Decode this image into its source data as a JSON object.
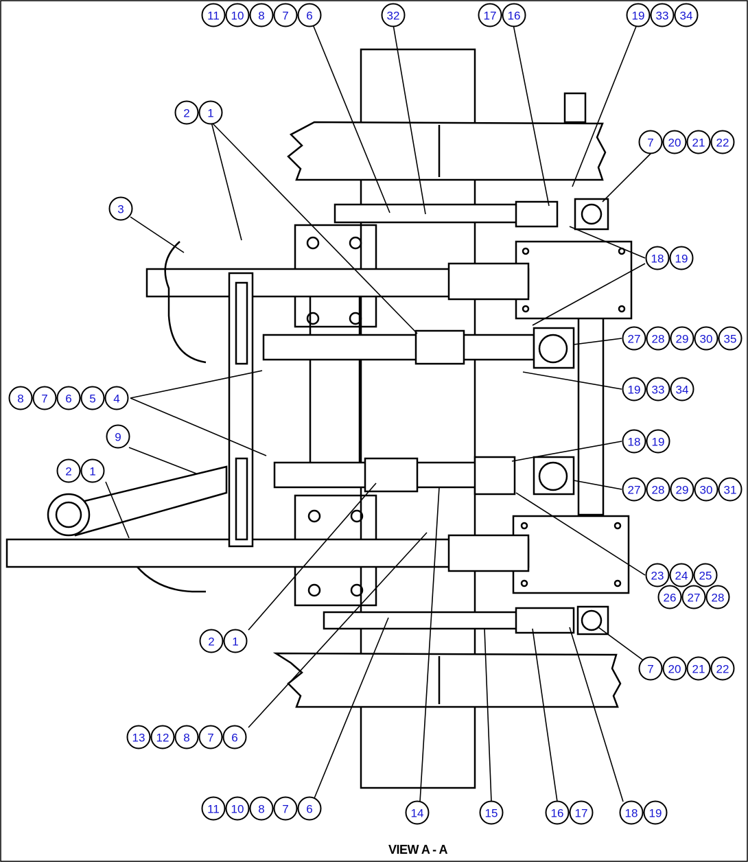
{
  "view_title": "VIEW A - A",
  "colors": {
    "callout_text": "#1414d2",
    "line": "#000000",
    "background": "#ffffff"
  },
  "callouts": [
    {
      "id": "c-top-left",
      "labels": [
        "11",
        "10",
        "8",
        "7",
        "6"
      ]
    },
    {
      "id": "c-top-32",
      "labels": [
        "32"
      ]
    },
    {
      "id": "c-top-17-16",
      "labels": [
        "17",
        "16"
      ]
    },
    {
      "id": "c-top-right",
      "labels": [
        "19",
        "33",
        "34"
      ]
    },
    {
      "id": "c-2-1-top",
      "labels": [
        "2",
        "1"
      ]
    },
    {
      "id": "c-7-20-top",
      "labels": [
        "7",
        "20",
        "21",
        "22"
      ]
    },
    {
      "id": "c-3",
      "labels": [
        "3"
      ]
    },
    {
      "id": "c-18-19-top",
      "labels": [
        "18",
        "19"
      ]
    },
    {
      "id": "c-27-35",
      "labels": [
        "27",
        "28",
        "29",
        "30",
        "35"
      ]
    },
    {
      "id": "c-19-33-mid",
      "labels": [
        "19",
        "33",
        "34"
      ]
    },
    {
      "id": "c-8-4",
      "labels": [
        "8",
        "7",
        "6",
        "5",
        "4"
      ]
    },
    {
      "id": "c-9",
      "labels": [
        "9"
      ]
    },
    {
      "id": "c-18-19-mid",
      "labels": [
        "18",
        "19"
      ]
    },
    {
      "id": "c-2-1-left",
      "labels": [
        "2",
        "1"
      ]
    },
    {
      "id": "c-27-31",
      "labels": [
        "27",
        "28",
        "29",
        "30",
        "31"
      ]
    },
    {
      "id": "c-23-25",
      "labels": [
        "23",
        "24",
        "25"
      ]
    },
    {
      "id": "c-26-28",
      "labels": [
        "26",
        "27",
        "28"
      ]
    },
    {
      "id": "c-2-1-bottom",
      "labels": [
        "2",
        "1"
      ]
    },
    {
      "id": "c-7-20-bottom",
      "labels": [
        "7",
        "20",
        "21",
        "22"
      ]
    },
    {
      "id": "c-13-6",
      "labels": [
        "13",
        "12",
        "8",
        "7",
        "6"
      ]
    },
    {
      "id": "c-bottom-left",
      "labels": [
        "11",
        "10",
        "8",
        "7",
        "6"
      ]
    },
    {
      "id": "c-14",
      "labels": [
        "14"
      ]
    },
    {
      "id": "c-15",
      "labels": [
        "15"
      ]
    },
    {
      "id": "c-16-17",
      "labels": [
        "16",
        "17"
      ]
    },
    {
      "id": "c-18-19-bottom",
      "labels": [
        "18",
        "19"
      ]
    }
  ]
}
